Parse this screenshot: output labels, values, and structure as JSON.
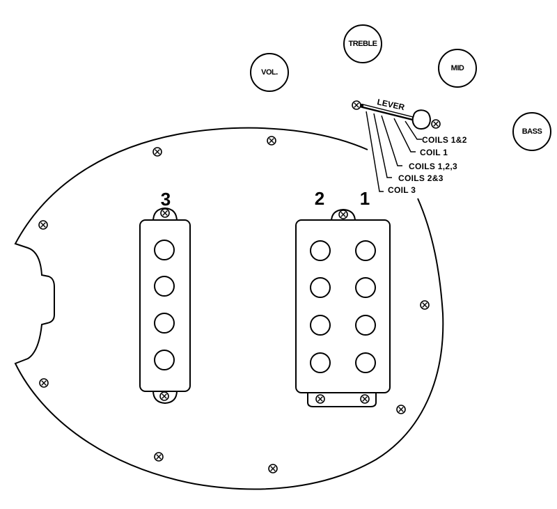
{
  "knobs": [
    {
      "id": "vol",
      "label": "VOL."
    },
    {
      "id": "treble",
      "label": "TREBLE"
    },
    {
      "id": "mid",
      "label": "MID"
    },
    {
      "id": "bass",
      "label": "BASS"
    }
  ],
  "switch": {
    "label": "LEVER",
    "positions": [
      "COILS 1&2",
      "COIL 1",
      "COILS 1,2,3",
      "COILS 2&3",
      "COIL 3"
    ]
  },
  "coils": {
    "coil_3": "3",
    "coil_2": "2",
    "coil_1": "1"
  }
}
